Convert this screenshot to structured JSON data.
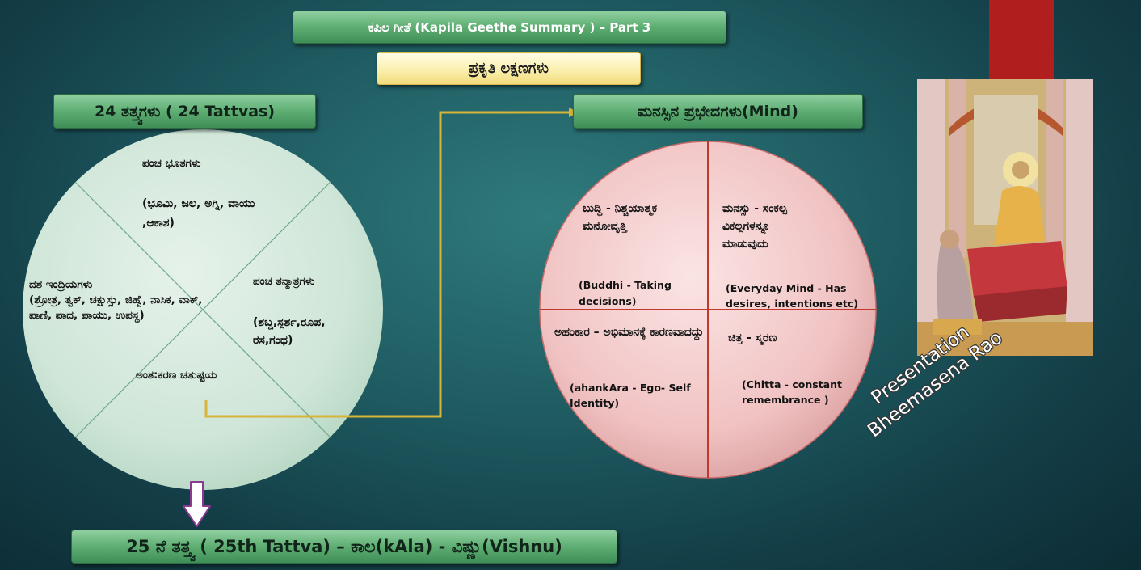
{
  "title": "ಕಪಿಲ ಗೀತೆ (Kapila Geethe Summary ) – Part 3",
  "subtitle": "ಪ್ರಕೃತಿ ಲಕ್ಷಣಗಳು",
  "left_heading": "24 ತತ್ತ್ವಗಳು ( 24 Tattvas)",
  "right_heading": "ಮನಸ್ಸಿನ ಪ್ರಭೇದಗಳು(Mind)",
  "left_circle": {
    "top": {
      "title": "ಪಂಚ ಭೂತಗಳು",
      "items": "(ಭೂಮಿ, ಜಲ, ಅಗ್ನಿ, ವಾಯು ,ಆಕಾಶ)"
    },
    "left": {
      "title": "ದಶ ಇಂದ್ರಿಯಗಳು",
      "items": "(ಶ್ರೋತ್ರ, ತ್ವಕ್, ಚಕ್ಷುಸ್ಸು, ಜಿಹ್ವೆ, ನಾಸಿಕ, ವಾಕ್, ಪಾಣಿ, ಪಾದ, ಪಾಯು, ಉಪಸ್ಥ)"
    },
    "right": {
      "title": "ಪಂಚ ತನ್ಮಾತ್ರಗಳು",
      "items": "(ಶಬ್ದ,ಸ್ಪರ್ಶ,ರೂಪ, ರಸ,ಗಂಧ)"
    },
    "bottom": {
      "title": "ಅಂತ:ಕರಣ ಚತುಷ್ಟಯ"
    }
  },
  "right_circle": {
    "q1": {
      "kannada": "ಬುದ್ಧಿ - ನಿಶ್ಚಯಾತ್ಮಕ ಮನೋವೃತ್ತಿ",
      "english": "(Buddhi - Taking decisions)"
    },
    "q2": {
      "kannada": "ಮನಸ್ಸು - ಸಂಕಲ್ಪ ವಿಕಲ್ಪಗಳನ್ನೂ ಮಾಡುವುದು",
      "english": "(Everyday Mind - Has desires, intentions etc)"
    },
    "q3": {
      "kannada": "ಅಹಂಕಾರ – ಅಭಿಮಾನಕ್ಕೆ ಕಾರಣವಾದದ್ದು",
      "english": "(ahankAra - Ego- Self Identity)"
    },
    "q4": {
      "kannada": "ಚಿತ್ತ - ಸ್ಮರಣ",
      "english": "(Chitta - constant remembrance )"
    }
  },
  "bottom_banner": "25 ನೆ ತತ್ತ್ವ ( 25th Tattva) – ಕಾಲ(kAla) - ವಿಷ್ಣು(Vishnu)",
  "credit_line1": "Presentation",
  "credit_line2": "Bheemasena Rao",
  "colors": {
    "accent_green": "#5eae73",
    "left_circle": "#cfe6d8",
    "right_circle": "#f3c6c6",
    "arrow": "#d7b43a",
    "red_bar": "#b01e1e"
  }
}
